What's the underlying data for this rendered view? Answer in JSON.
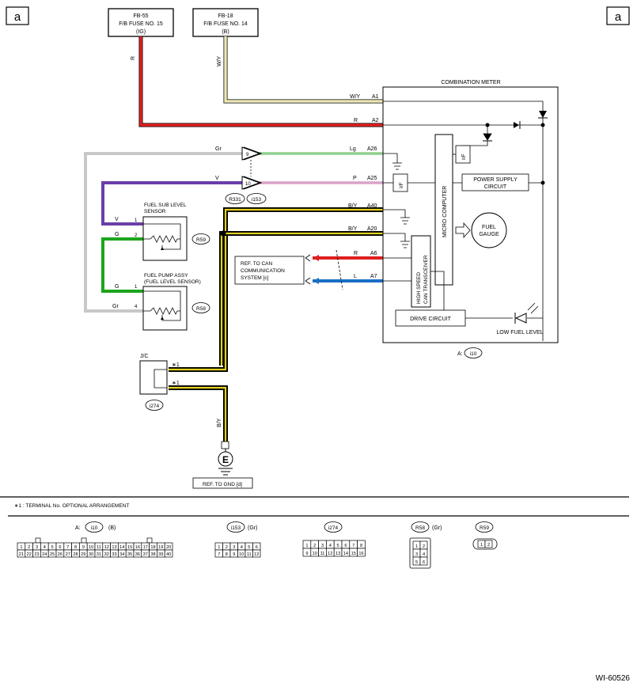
{
  "corner_labels": {
    "left": "a",
    "right": "a"
  },
  "fuses": {
    "fb55": {
      "line1": "FB-55",
      "line2": "F/B FUSE NO. 15",
      "line3": "(IG)"
    },
    "fb18": {
      "line1": "FB-18",
      "line2": "F/B FUSE NO. 14",
      "line3": "(B)"
    }
  },
  "wire_colors": {
    "r_label": "R",
    "wy_label": "W/Y",
    "gr_label": "Gr",
    "v_label": "V",
    "lg_label": "Lg",
    "p_label": "P",
    "by_label": "B/Y",
    "l_label": "L",
    "g_label": "G"
  },
  "combination_meter": {
    "title": "COMBINATION METER",
    "terminals": [
      "A1",
      "A2",
      "A26",
      "A25",
      "A40",
      "A20",
      "A6",
      "A7"
    ],
    "micro_computer": "MICRO COMPUTER",
    "power_supply_line1": "POWER SUPPLY",
    "power_supply_line2": "CIRCUIT",
    "fuel_gauge_line1": "FUEL",
    "fuel_gauge_line2": "GAUGE",
    "can_transceiver_line1": "HIGH SPEED",
    "can_transceiver_line2": "CAN TRANSCEIVER",
    "drive_circuit": "DRIVE CIRCUIT",
    "low_fuel_level": "LOW FUEL LEVEL",
    "if_label": "I/F",
    "connector_ref": "A:",
    "connector_id": "i10"
  },
  "joint_connector": {
    "pin9": "9",
    "pin10": "10",
    "r331": "R331",
    "i153": "i153"
  },
  "fuel_sub_level_sensor": {
    "line1": "FUEL SUB LEVEL",
    "line2": "SENSOR",
    "pin1": "1",
    "pin2": "2",
    "ref": "R59"
  },
  "fuel_pump_assy": {
    "line1": "FUEL PUMP ASSY",
    "line2": "(FUEL LEVEL SENSOR)",
    "pin1": "1",
    "pin4": "4",
    "ref": "R58"
  },
  "can_ref": {
    "line1": "REF. TO CAN",
    "line2": "COMMUNICATION",
    "line3": "SYSTEM [c]"
  },
  "jc": {
    "label": "J/C",
    "star1": "∗1",
    "star2": "∗1",
    "ref": "i274"
  },
  "ground": {
    "symbol": "E",
    "ref": "REF. TO GND [d]"
  },
  "footnote": "∗1  : TERMINAL No. OPTIONAL ARRANGEMENT",
  "connectors": {
    "i10": {
      "prefix": "A:",
      "id": "i10",
      "color": "(B)",
      "top": [
        "1",
        "2",
        "3",
        "4",
        "5",
        "6",
        "7",
        "8",
        "9",
        "10",
        "11",
        "12",
        "13",
        "14",
        "15",
        "16",
        "17",
        "18",
        "19",
        "20"
      ],
      "bottom": [
        "21",
        "22",
        "23",
        "24",
        "25",
        "26",
        "27",
        "28",
        "29",
        "30",
        "31",
        "32",
        "33",
        "34",
        "35",
        "36",
        "37",
        "38",
        "39",
        "40"
      ]
    },
    "i153": {
      "id": "i153",
      "color": "(Gr)",
      "top": [
        "1",
        "2",
        "3",
        "4",
        "5",
        "6"
      ],
      "bottom": [
        "7",
        "8",
        "9",
        "10",
        "11",
        "12"
      ]
    },
    "i274": {
      "id": "i274",
      "color": "",
      "top": [
        "1",
        "2",
        "3",
        "4",
        "5",
        "6",
        "7",
        "8"
      ],
      "bottom": [
        "9",
        "10",
        "11",
        "12",
        "13",
        "14",
        "15",
        "16"
      ]
    },
    "r58": {
      "id": "R58",
      "color": "(Gr)",
      "rows": [
        [
          "1",
          "2"
        ],
        [
          "3",
          "4"
        ],
        [
          "5",
          "6"
        ]
      ]
    },
    "r59": {
      "id": "R59",
      "color": "",
      "pins": [
        "1",
        "2"
      ]
    }
  },
  "figure_code": "WI-60526",
  "colors": {
    "red": "#e02020",
    "cream": "#ece7b4",
    "grey": "#c8c8c8",
    "green": "#1ca51c",
    "light_green": "#8fcf8f",
    "purple": "#6a3fa8",
    "pink": "#d9a3c9",
    "yellow": "#e3d21e",
    "blue": "#1a6fc4"
  }
}
